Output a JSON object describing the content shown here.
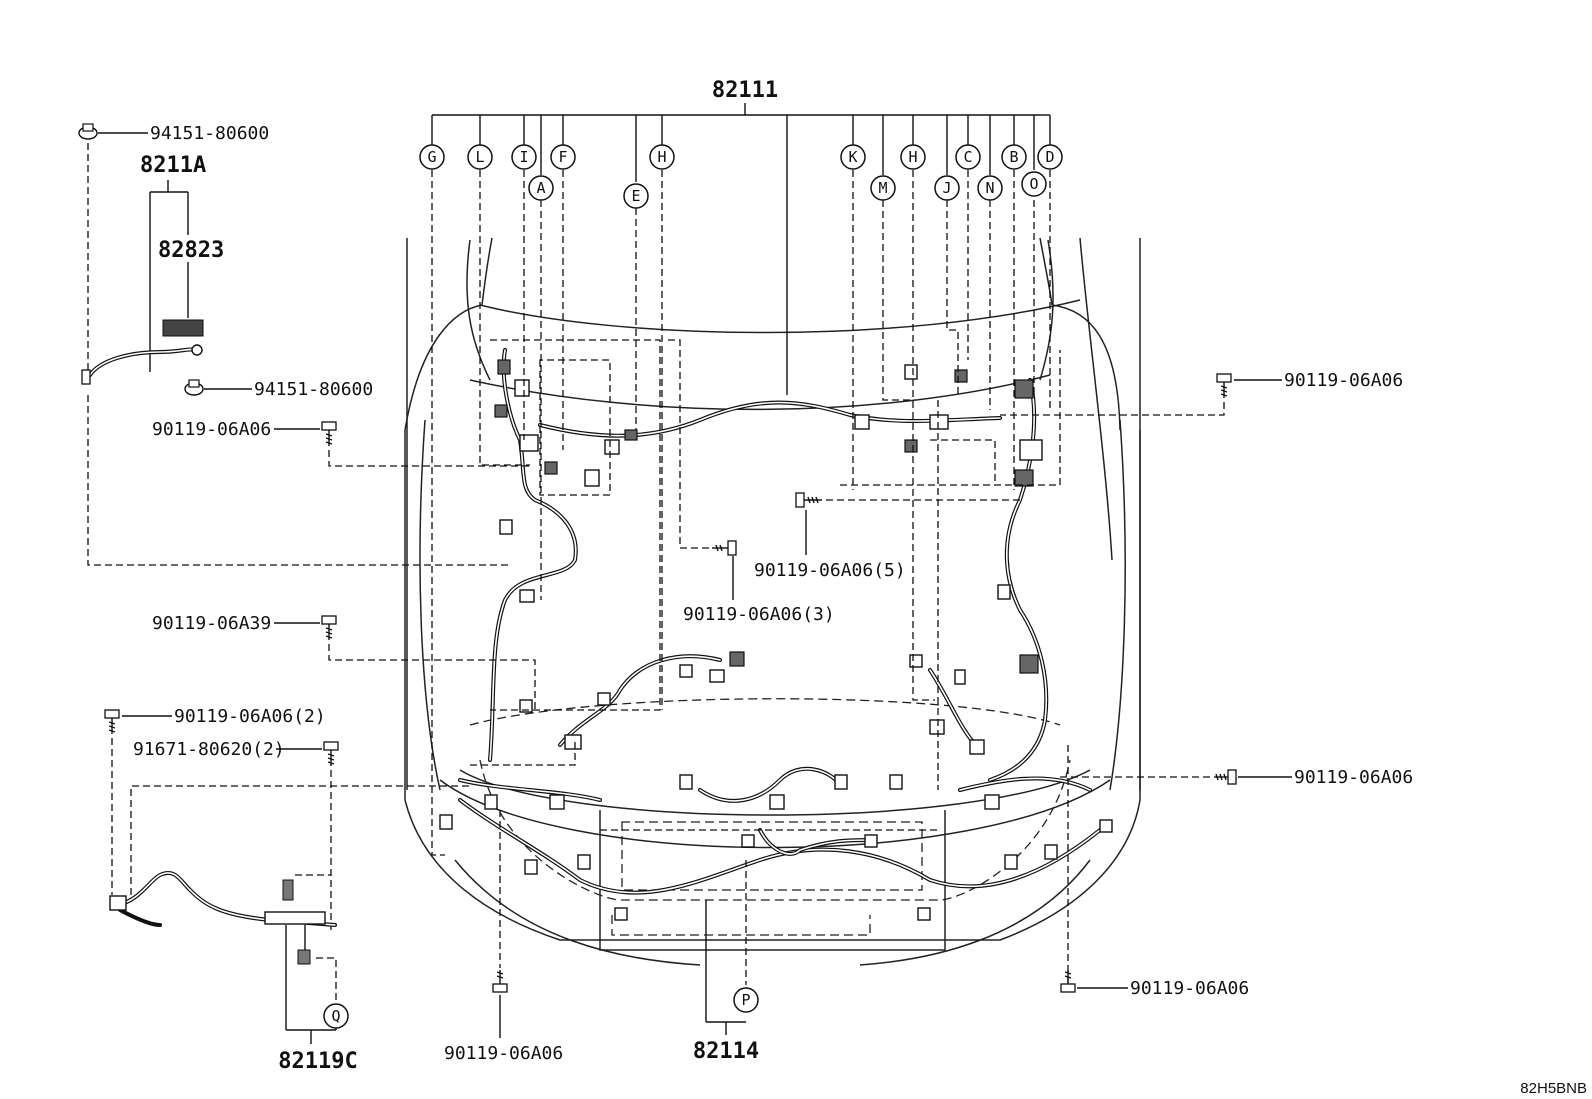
{
  "parts": {
    "main_harness": "82111",
    "sub_assembly_left": "8211A",
    "wire_left": "82823",
    "clip_top": "94151-80600",
    "clip_lower": "94151-80600",
    "bolt_left_upper": "90119-06A06",
    "bolt_center_5": "90119-06A06(5)",
    "bolt_center_3": "90119-06A06(3)",
    "bolt_left_mid": "90119-06A39",
    "bolt_left_2": "90119-06A06(2)",
    "bolt_9167": "91671-80620(2)",
    "bolt_right_top": "90119-06A06",
    "bolt_right_mid": "90119-06A06",
    "bolt_right_bottom": "90119-06A06",
    "bolt_bottom_left": "90119-06A06",
    "front_harness": "82114",
    "lower_left_harness": "82119C"
  },
  "callouts": {
    "G": "G",
    "L": "L",
    "I": "I",
    "A": "A",
    "F": "F",
    "E": "E",
    "H1": "H",
    "K": "K",
    "M": "M",
    "H2": "H",
    "J": "J",
    "C": "C",
    "N": "N",
    "B": "B",
    "O": "O",
    "D": "D",
    "P": "P",
    "Q": "Q"
  },
  "image_code": "82H5BNB"
}
